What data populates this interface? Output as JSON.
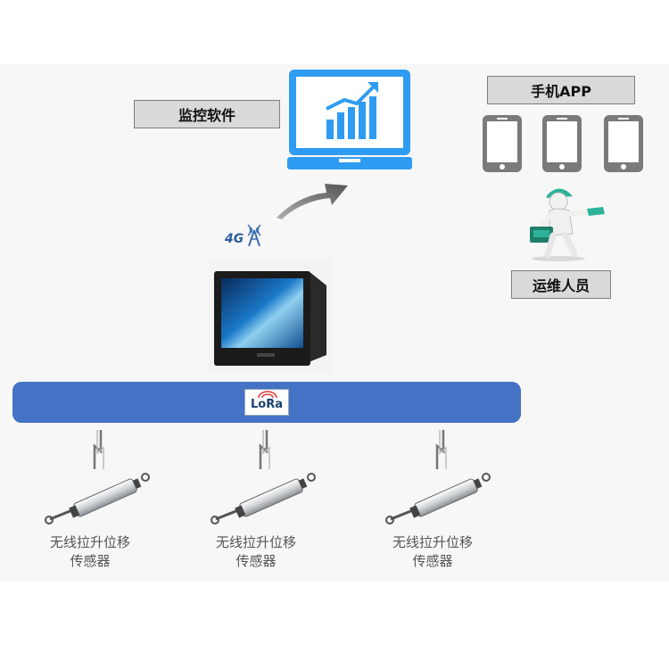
{
  "labels": {
    "software": "监控软件",
    "mobile_app": "手机APP",
    "staff": "运维人员",
    "network": "4G",
    "lora": "LoRa"
  },
  "sensors": [
    {
      "line1": "无线拉升位移",
      "line2": "传感器"
    },
    {
      "line1": "无线拉升位移",
      "line2": "传感器"
    },
    {
      "line1": "无线拉升位移",
      "line2": "传感器"
    }
  ],
  "icons": {
    "monitor": "monitor-chart-icon",
    "phone": "smartphone-icon",
    "worker": "maintenance-worker-icon",
    "arrow": "upload-arrow-icon",
    "antenna": "4g-antenna-icon",
    "gateway": "touchscreen-gateway-icon",
    "signal": "bidirectional-signal-icon",
    "sensor": "displacement-sensor-icon"
  },
  "colors": {
    "bus": "#4472c4",
    "monitor": "#2e9cf2",
    "phone": "#7a7a7a",
    "label_fill": "#d9d9d9",
    "arrow": "#6e6e6e"
  }
}
